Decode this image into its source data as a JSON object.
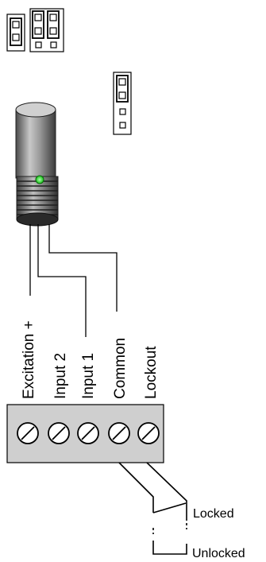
{
  "terminals": [
    {
      "label": "Excitation +"
    },
    {
      "label": "Input 2"
    },
    {
      "label": "Input 1"
    },
    {
      "label": "Common"
    },
    {
      "label": "Lockout"
    }
  ],
  "switch_states": {
    "locked": "Locked",
    "unlocked": "Unlocked"
  },
  "sensor": {
    "led_color": "#22dd22",
    "body_color": "#9a9a9a"
  },
  "jumper_blocks": [
    {
      "name": "jumper-block-left",
      "pins": 2,
      "jumper": "installed"
    },
    {
      "name": "jumper-block-middle",
      "pins": 3,
      "jumper": "installed"
    },
    {
      "name": "jumper-block-right",
      "pins": 3,
      "jumper": "installed"
    },
    {
      "name": "jumper-block-vertical",
      "pins": 4,
      "jumper": "installed"
    }
  ]
}
